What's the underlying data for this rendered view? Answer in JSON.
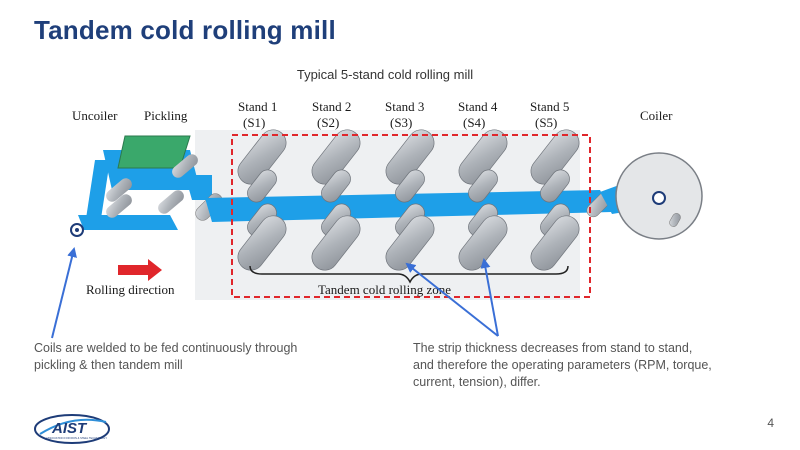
{
  "slide": {
    "title": "Tandem cold rolling mill",
    "page_number": "4"
  },
  "diagram": {
    "caption": "Typical 5-stand cold rolling mill",
    "uncoiler_label": "Uncoiler",
    "pickling_label": "Pickling",
    "coiler_label": "Coiler",
    "rolling_direction_label": "Rolling direction",
    "zone_label": "Tandem cold rolling zone",
    "stands": [
      {
        "name": "Stand 1",
        "code": "(S1)"
      },
      {
        "name": "Stand 2",
        "code": "(S2)"
      },
      {
        "name": "Stand 3",
        "code": "(S3)"
      },
      {
        "name": "Stand 4",
        "code": "(S4)"
      },
      {
        "name": "Stand 5",
        "code": "(S5)"
      }
    ],
    "colors": {
      "strip": "#1e9fe8",
      "roll": "#b8bcc2",
      "zone_border": "#e0262b",
      "arrow_red": "#e0262b",
      "pointer": "#3a6fd6",
      "pickling": "#3aa86b"
    }
  },
  "notes": {
    "left": "Coils are welded to be fed continuously through pickling & then tandem mill",
    "right": "The strip thickness decreases from stand to stand, and therefore the operating parameters (RPM, torque, current, tension), differ."
  },
  "logo": {
    "text": "AIST",
    "subtext": "ASSOCIATION FOR IRON & STEEL TECHNOLOGY"
  }
}
